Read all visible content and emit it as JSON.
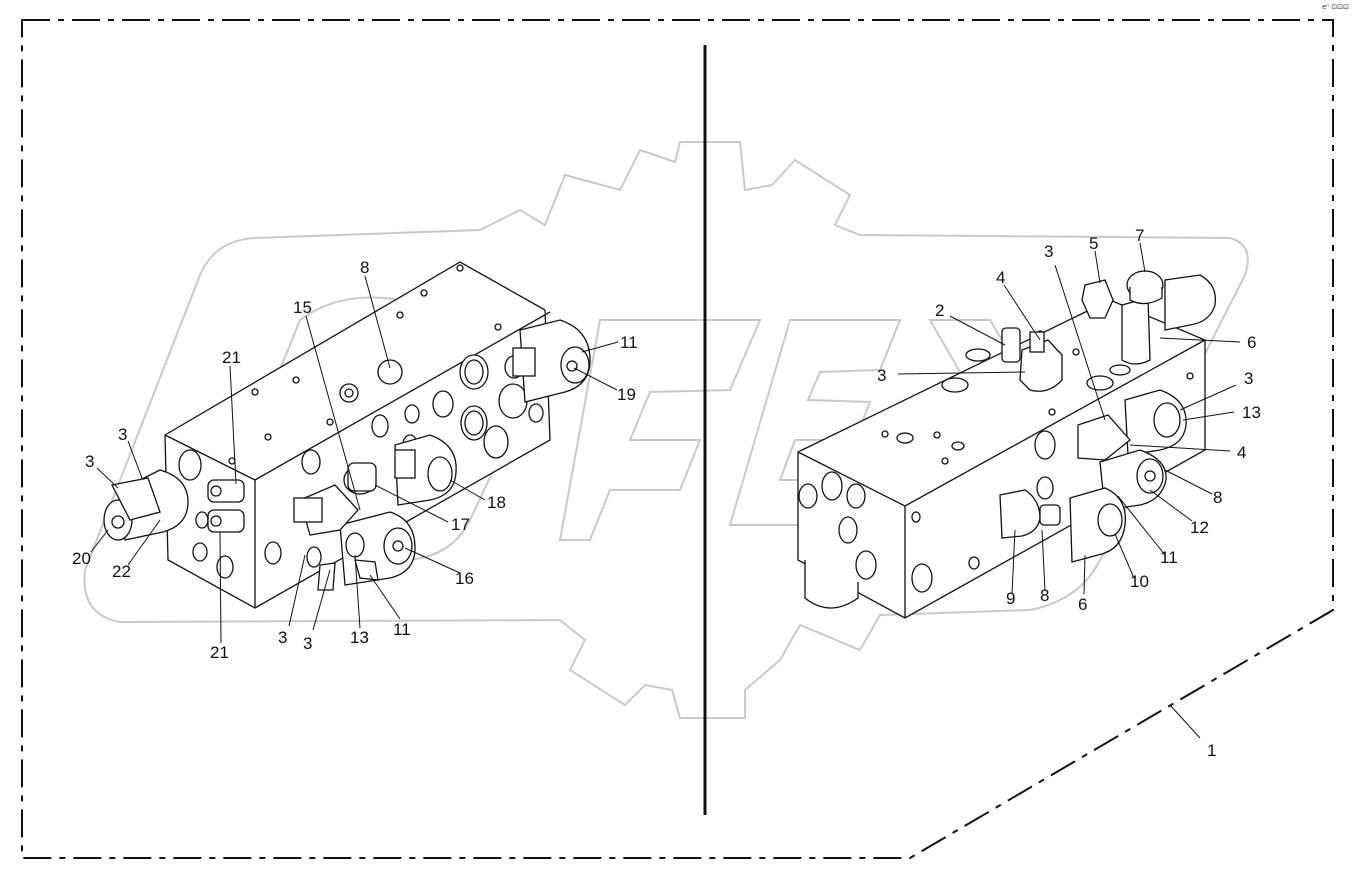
{
  "corner_mark": "eⁿ ⊡⊡⊡",
  "watermark_text": "OPEX",
  "colors": {
    "line": "#111111",
    "watermark": "#c8c8c8",
    "fill": "#ffffff"
  },
  "assembly_callout": "1",
  "left_view": {
    "callouts": [
      "8",
      "15",
      "11",
      "19",
      "21",
      "3",
      "3",
      "20",
      "22",
      "18",
      "17",
      "16",
      "21",
      "3",
      "3",
      "13",
      "11"
    ]
  },
  "right_view": {
    "callouts": [
      "5",
      "7",
      "4",
      "3",
      "2",
      "6",
      "3",
      "3",
      "13",
      "4",
      "8",
      "12",
      "11",
      "10",
      "6",
      "8",
      "9"
    ]
  }
}
